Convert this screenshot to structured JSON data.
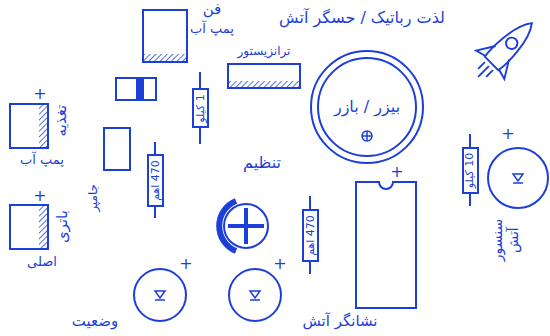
{
  "diagram": {
    "title": "لذت رباتیک / حسگر آتش",
    "nodes": [
      {
        "text": [
          "1 کیلو"
        ]
      },
      {
        "text": [
          "بیزر / بازر"
        ]
      },
      {
        "text": [
          "470 اهم"
        ]
      },
      {
        "text": [
          "470 اهم"
        ]
      },
      {
        "text": [
          "10 کیلو"
        ]
      }
    ],
    "labels": [
      "فن",
      "پمپ آب",
      "ترانزیستور",
      "+",
      "تغذیه",
      "پمپ آب",
      "جامپر",
      "+",
      "باتری",
      "اصلی",
      "تنظیم",
      "+",
      "+",
      "سنسور آتش",
      "+",
      "وضعیت",
      "+",
      "نشانگر آتش"
    ]
  }
}
